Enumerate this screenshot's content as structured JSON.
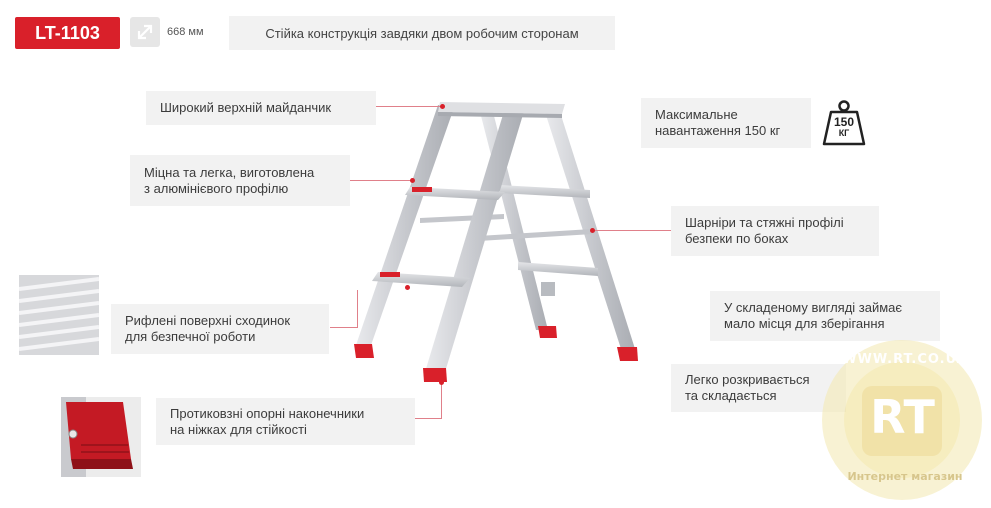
{
  "product": {
    "model": "LT-1103",
    "height": "668 мм"
  },
  "header": {
    "feature": "Стійка конструкція завдяки двом робочим сторонам"
  },
  "features": {
    "top_platform": "Широкий верхній майданчик",
    "aluminium_line1": "Міцна та легка, виготовлена",
    "aluminium_line2": "з алюмінієвого профілю",
    "ribbed_line1": "Рифлені поверхні сходинок",
    "ribbed_line2": "для безпечної роботи",
    "feet_line1": "Протиковзні опорні наконечники",
    "feet_line2": "на ніжках для стійкості",
    "load_line1": "Максимальне",
    "load_line2": "навантаження 150 кг",
    "hinges_line1": "Шарніри та стяжні профілі",
    "hinges_line2": "безпеки по боках",
    "folded_line1": "У складеному вигляді займає",
    "folded_line2": "мало місця для зберігання",
    "open_line1": "Легко розкривається",
    "open_line2": "та складається"
  },
  "load_badge": {
    "value": "150",
    "unit": "КГ"
  },
  "watermark": {
    "url": "WWW.RT.CO.UA",
    "tagline": "Интернет магазин",
    "logo": "RT"
  },
  "colors": {
    "accent": "#d9202a",
    "label_bg": "#f2f2f2"
  }
}
